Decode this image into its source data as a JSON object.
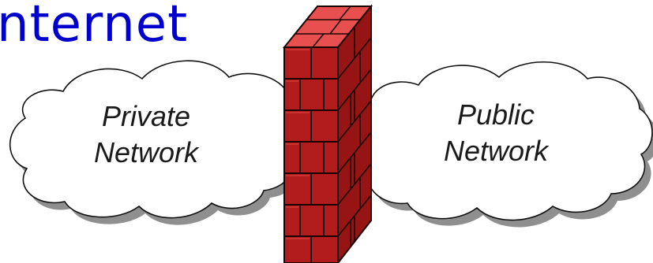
{
  "heading": "nternet",
  "clouds": {
    "private": {
      "line1": "Private",
      "line2": "Network"
    },
    "public": {
      "line1": "Public",
      "line2": "Network"
    }
  },
  "firewall": {
    "icon": "brick-firewall-icon"
  },
  "colors": {
    "heading": "#0000cc",
    "brick_front": "#b21c1c",
    "brick_side": "#961414",
    "brick_top": "#e85050",
    "mortar": "#1a0505"
  }
}
